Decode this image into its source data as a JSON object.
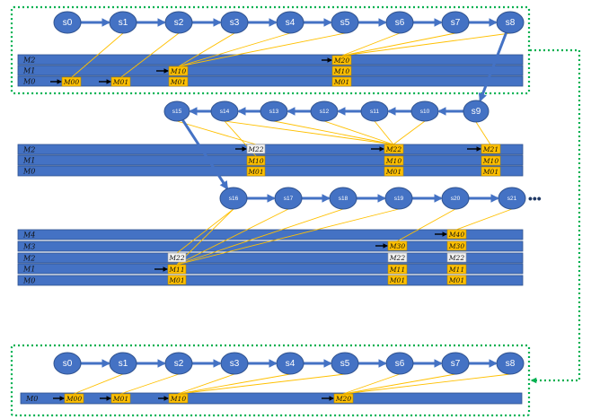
{
  "states": {
    "s0": "s0",
    "s1": "s1",
    "s2": "s2",
    "s3": "s3",
    "s4": "s4",
    "s5": "s5",
    "s6": "s6",
    "s7": "s7",
    "s8": "s8",
    "s9": "s9",
    "s10": "s10",
    "s11": "s11",
    "s12": "s12",
    "s13": "s13",
    "s14": "s14",
    "s15": "s15",
    "s16": "s16",
    "s17": "s17",
    "s18": "s18",
    "s19": "s19",
    "s20": "s20",
    "s21": "s21"
  },
  "rows": {
    "M0": "M0",
    "M1": "M1",
    "M2": "M2",
    "M3": "M3",
    "M4": "M4"
  },
  "boxes": {
    "M00": "M00",
    "M01": "M01",
    "M10": "M10",
    "M11": "M11",
    "M20": "M20",
    "M21": "M21",
    "M22": "M22",
    "M30": "M30",
    "M40": "M40"
  },
  "ellipsis": "•••",
  "colors": {
    "state": "#4472c4",
    "bar": "#4472c4",
    "box": "#ffc000",
    "pale_box": "#f2f2f2",
    "link": "#ffc000",
    "frame": "#00b050"
  }
}
